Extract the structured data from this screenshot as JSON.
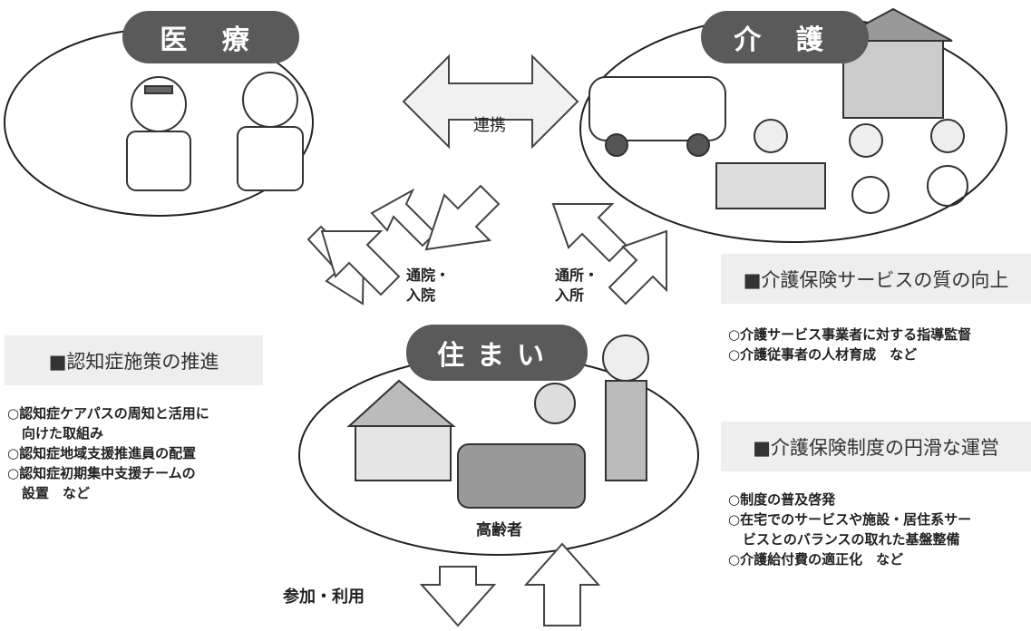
{
  "colors": {
    "pill": "#5a5a5a",
    "panel": "#eeeeee",
    "outline": "#222222"
  },
  "domains": {
    "medical": "医 療",
    "care": "介 護",
    "housing": "住まい"
  },
  "arrows": {
    "renkei": "連携",
    "tsuin": "通院・\n入院",
    "tsusho": "通所・\n入所",
    "sanka": "参加・利用"
  },
  "elderly_label": "高齢者",
  "left_panel": {
    "title": "■認知症施策の推進",
    "items": [
      "○認知症ケアパスの周知と活用に\n向けた取組み",
      "○認知症地域支援推進員の配置",
      "○認知症初期集中支援チームの\n設置　など"
    ]
  },
  "right_panel_top": {
    "title": "■介護保険サービスの質の向上",
    "items": [
      "○介護サービス事業者に対する指導監督",
      "○介護従事者の人材育成　など"
    ]
  },
  "right_panel_bottom": {
    "title": "■介護保険制度の円滑な運営",
    "items": [
      "○制度の普及啓発",
      "○在宅でのサービスや施設・居住系サー\nビスとのバランスの取れた基盤整備",
      "○介護給付費の適正化　など"
    ]
  }
}
